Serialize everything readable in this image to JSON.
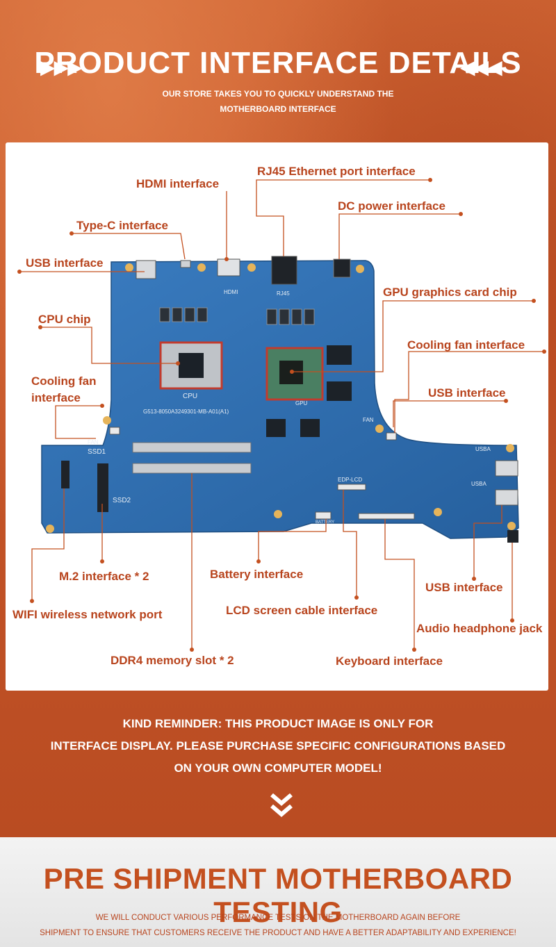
{
  "header": {
    "left_arrows": "▶▶▶",
    "title": "PRODUCT INTERFACE DETAILS",
    "right_arrows": "◀◀◀",
    "subtitle_line1": "OUR STORE TAKES YOU TO QUICKLY UNDERSTAND THE",
    "subtitle_line2": "MOTHERBOARD INTERFACE"
  },
  "board": {
    "silk_cpu": "CPU",
    "silk_gpu": "GPU",
    "silk_hdmi": "HDMI",
    "silk_rj45": "RJ45",
    "silk_fan_left": "FAN",
    "silk_fan_right": "FAN",
    "silk_ssd1": "SSD1",
    "silk_ssd2": "SSD2",
    "silk_usba1": "USBA",
    "silk_usba2": "USBA",
    "silk_edp": "EDP-LCD",
    "silk_battery": "BATTERY",
    "silk_model": "G513-8050A3249301-MB-A01(A1)"
  },
  "labels": {
    "hdmi": "HDMI interface",
    "rj45": "RJ45 Ethernet port interface",
    "dc": "DC power interface",
    "typec": "Type-C interface",
    "usb_top_left": "USB interface",
    "gpu": "GPU graphics card chip",
    "cpu": "CPU chip",
    "fan_right": "Cooling fan interface",
    "fan_left_1": "Cooling fan",
    "fan_left_2": "interface",
    "usb_right_top": "USB interface",
    "m2": "M.2 interface * 2",
    "battery": "Battery interface",
    "usb_right_bottom": "USB interface",
    "wifi": "WIFI wireless network port",
    "lcd": "LCD screen cable interface",
    "audio": "Audio headphone jack",
    "ddr4": "DDR4 memory slot * 2",
    "keyboard": "Keyboard interface"
  },
  "reminder": {
    "line1": "KIND REMINDER: THIS PRODUCT IMAGE IS ONLY FOR",
    "line2": "INTERFACE DISPLAY. PLEASE PURCHASE SPECIFIC CONFIGURATIONS BASED",
    "line3": "ON YOUR OWN COMPUTER MODEL!"
  },
  "testing": {
    "title": "PRE SHIPMENT MOTHERBOARD TESTING",
    "line1": "WE WILL CONDUCT VARIOUS PERFORMANCE TESTS ON THE MOTHERBOARD AGAIN BEFORE",
    "line2": "SHIPMENT TO ENSURE THAT CUSTOMERS RECEIVE THE PRODUCT AND HAVE A BETTER ADAPTABILITY AND EXPERIENCE!"
  },
  "colors": {
    "brand_orange": "#c85a2a",
    "label_text": "#b8441d",
    "pcb_blue": "#2f6fb0",
    "leader_line": "#c4501f"
  }
}
